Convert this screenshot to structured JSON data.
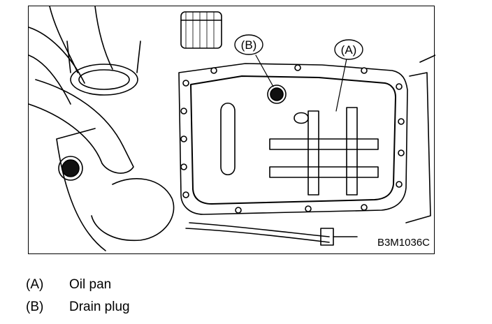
{
  "figure": {
    "id": "B3M1036C",
    "callouts": [
      {
        "key": "A",
        "label": "(A)"
      },
      {
        "key": "B",
        "label": "(B)"
      }
    ]
  },
  "legend": [
    {
      "key": "(A)",
      "text": "Oil pan"
    },
    {
      "key": "(B)",
      "text": "Drain plug"
    }
  ]
}
